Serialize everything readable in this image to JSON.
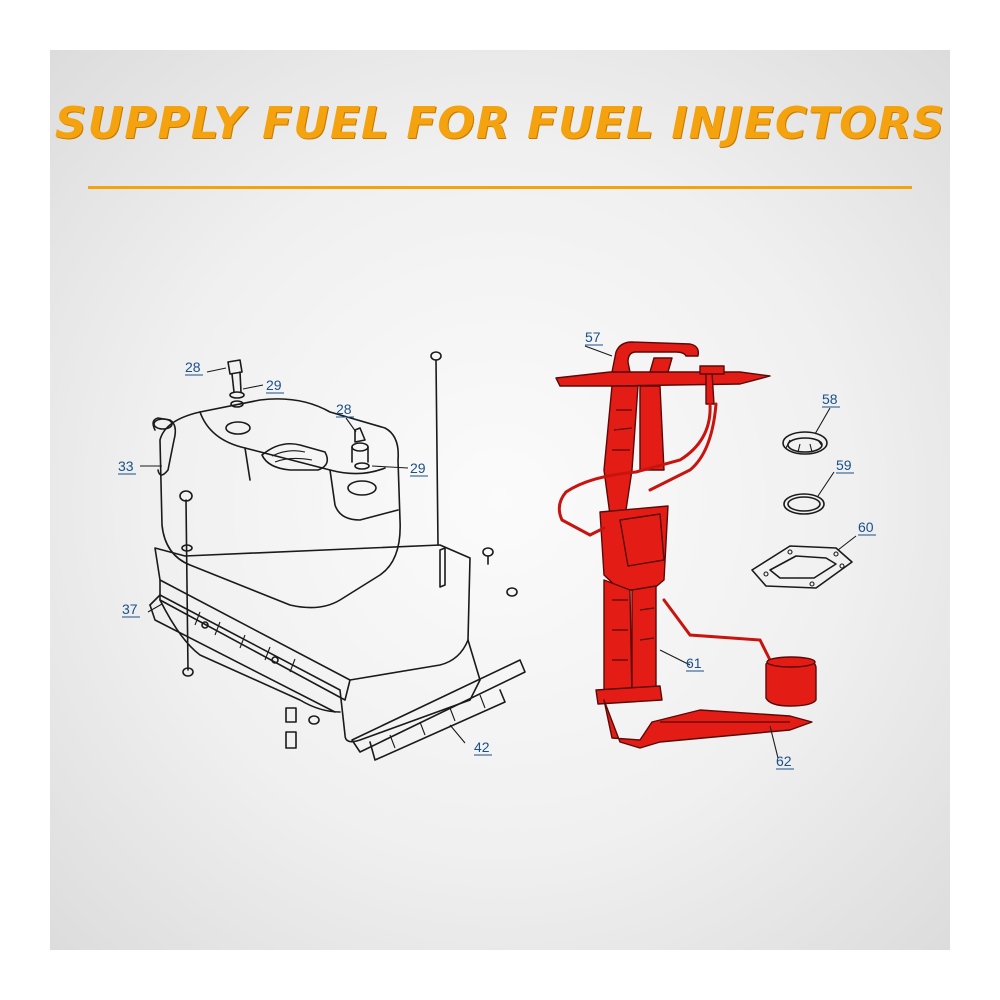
{
  "title": "SUPPLY FUEL FOR FUEL INJECTORS",
  "colors": {
    "accent": "#f5a20f",
    "highlight": "#e41c16",
    "label": "#1a4f8a"
  },
  "callouts": {
    "c28a": "28",
    "c29a": "29",
    "c28b": "28",
    "c29b": "29",
    "c33": "33",
    "c37": "37",
    "c42": "42",
    "c57": "57",
    "c58": "58",
    "c59": "59",
    "c60": "60",
    "c61": "61",
    "c62": "62"
  }
}
